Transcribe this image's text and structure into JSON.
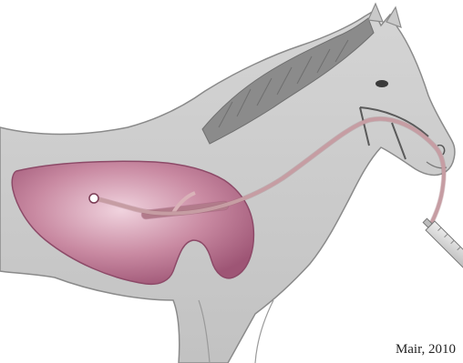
{
  "credit": "Mair, 2010",
  "colors": {
    "horse_body": "#c9c9c9",
    "horse_outline": "#8a8a8a",
    "mane": "#8b8b8b",
    "lung": "#b96f8c",
    "lung_highlight": "#e8c4d2",
    "tube": "#d9b2b8",
    "bronchoscope": "#c7959e",
    "syringe": "#d6d6d6",
    "background": "#ffffff"
  },
  "parts": {
    "horse": "horse-silhouette",
    "lung": "lung",
    "tube": "bronchoalveolar-lavage-tube",
    "syringe": "syringe",
    "tube_tip": "tube-tip-marker"
  }
}
